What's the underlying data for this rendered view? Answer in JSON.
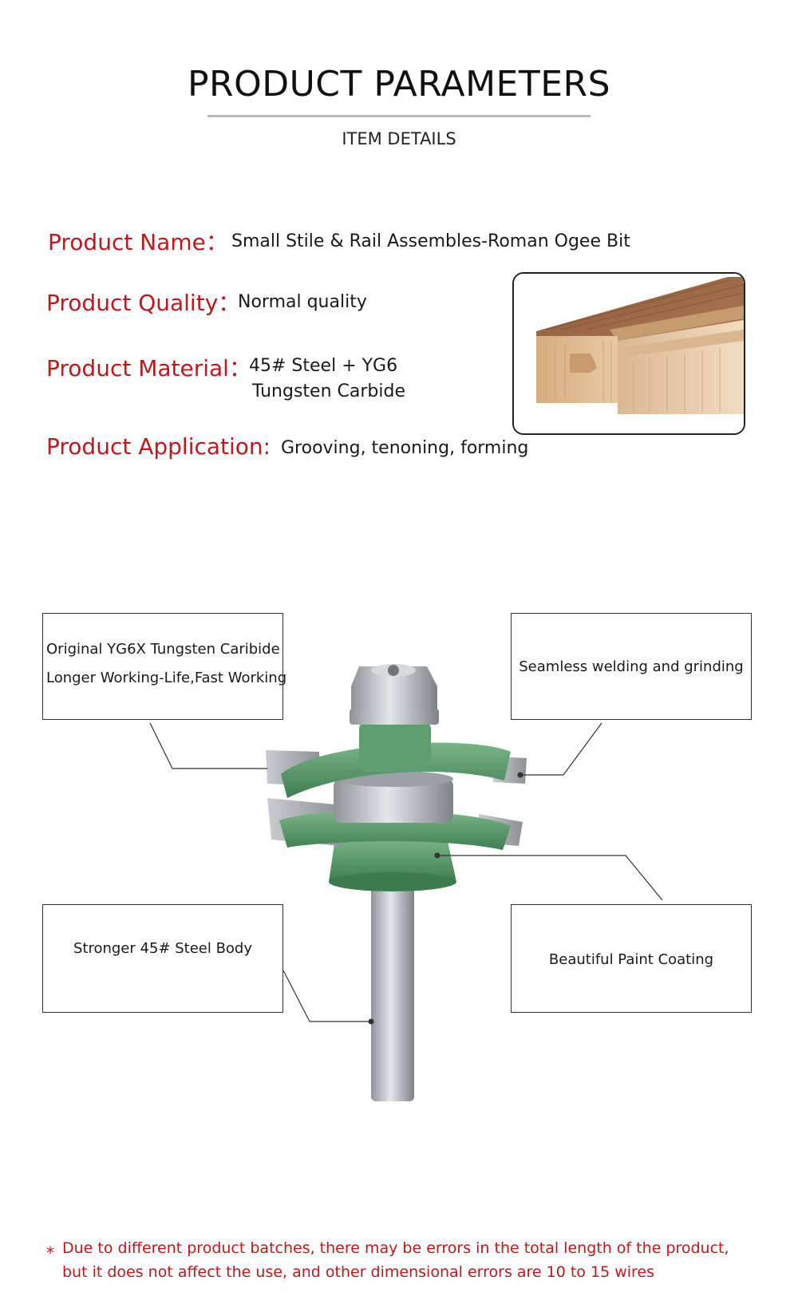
{
  "header": {
    "title": "PRODUCT PARAMETERS",
    "subtitle": "ITEM DETAILS"
  },
  "specs": {
    "name_label": "Product Name：",
    "name_value": "Small Stile & Rail Assembles-Roman Ogee Bit",
    "quality_label": "Product Quality：",
    "quality_value": "Normal quality",
    "material_label": "Product Material：",
    "material_value_line1": "45# Steel + YG6",
    "material_value_line2": "Tungsten Carbide",
    "application_label": "Product Application:",
    "application_value": "Grooving, tenoning, forming"
  },
  "callouts": {
    "carbide_line1": "Original YG6X Tungsten Caribide",
    "carbide_line2": "Longer Working-Life,Fast Working",
    "welding": "Seamless welding and grinding",
    "steel_body": "Stronger 45# Steel Body",
    "paint": "Beautiful Paint Coating"
  },
  "note": {
    "star": "*",
    "line1": "Due to different product batches, there may be errors in the total length of the product,",
    "line2": "but it does not affect the use, and other dimensional errors are 10 to 15 wires"
  },
  "colors": {
    "label_red": "#c0171c",
    "body_green": "#5f9e6e",
    "steel_gray": "#b8bcc0",
    "wood": "#c99a6e"
  }
}
